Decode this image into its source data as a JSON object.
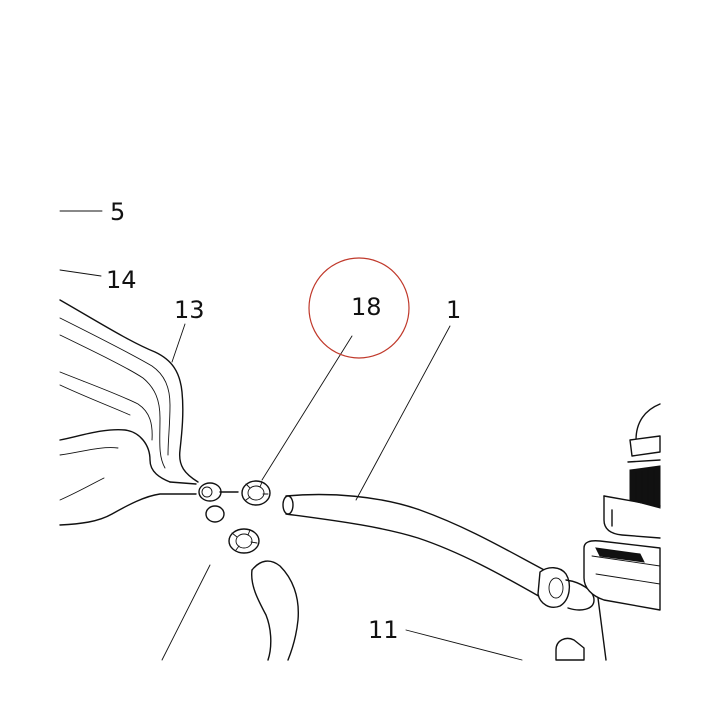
{
  "callouts": {
    "c5": "5",
    "c14": "14",
    "c13": "13",
    "c18": "18",
    "c1": "1",
    "c11": "11"
  },
  "highlight": {
    "label": "18",
    "color": "#c0392b"
  },
  "colors": {
    "line": "#111111",
    "background": "#ffffff"
  }
}
